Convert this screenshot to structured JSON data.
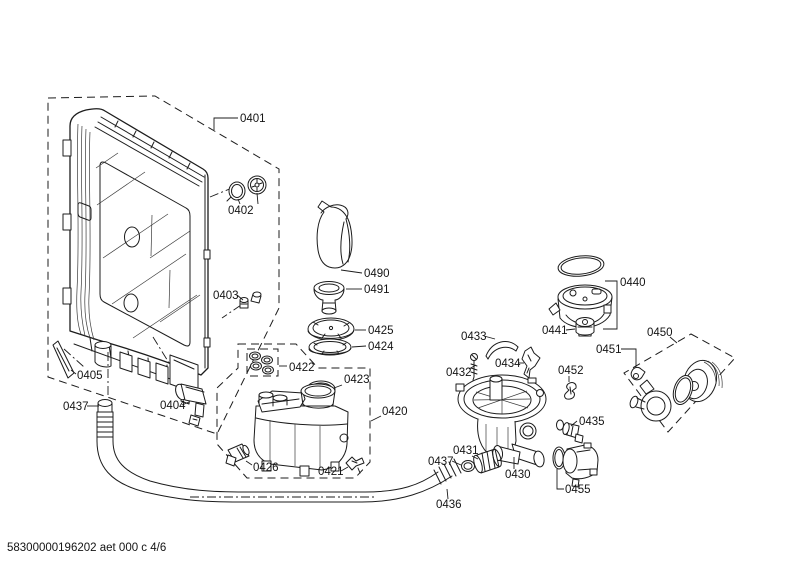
{
  "page": {
    "footer_code": "58300000196202 aet 000 c 4/6"
  },
  "colors": {
    "line": "#1c1c1c",
    "background": "#ffffff"
  },
  "labels": {
    "l0401": "0401",
    "l0402": "0402",
    "l0403": "0403",
    "l0404": "0404",
    "l0405": "0405",
    "l0420": "0420",
    "l0421": "0421",
    "l0422": "0422",
    "l0423": "0423",
    "l0424": "0424",
    "l0425": "0425",
    "l0426": "0426",
    "l0430": "0430",
    "l0431": "0431",
    "l0432": "0432",
    "l0433": "0433",
    "l0434": "0434",
    "l0435": "0435",
    "l0436": "0436",
    "l0437_left": "0437",
    "l0437_right": "0437",
    "l0440": "0440",
    "l0441": "0441",
    "l0450": "0450",
    "l0451": "0451",
    "l0452": "0452",
    "l0455": "0455",
    "l0490": "0490",
    "l0491": "0491"
  }
}
